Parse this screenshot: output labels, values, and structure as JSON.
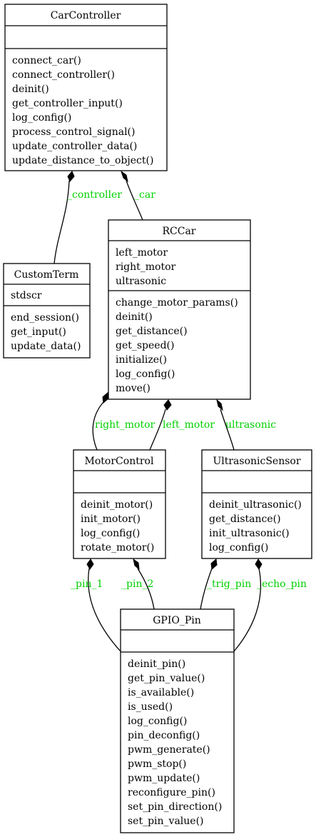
{
  "classes": {
    "car_controller": {
      "name": "CarController",
      "attributes": [],
      "methods": [
        "connect_car()",
        "connect_controller()",
        "deinit()",
        "get_controller_input()",
        "log_config()",
        "process_control_signal()",
        "update_controller_data()",
        "update_distance_to_object()"
      ]
    },
    "custom_term": {
      "name": "CustomTerm",
      "attributes": [
        "stdscr"
      ],
      "methods": [
        "end_session()",
        "get_input()",
        "update_data()"
      ]
    },
    "rc_car": {
      "name": "RCCar",
      "attributes": [
        "left_motor",
        "right_motor",
        "ultrasonic"
      ],
      "methods": [
        "change_motor_params()",
        "deinit()",
        "get_distance()",
        "get_speed()",
        "initialize()",
        "log_config()",
        "move()"
      ]
    },
    "motor_control": {
      "name": "MotorControl",
      "attributes": [],
      "methods": [
        "deinit_motor()",
        "init_motor()",
        "log_config()",
        "rotate_motor()"
      ]
    },
    "ultrasonic_sensor": {
      "name": "UltrasonicSensor",
      "attributes": [],
      "methods": [
        "deinit_ultrasonic()",
        "get_distance()",
        "init_ultrasonic()",
        "log_config()"
      ]
    },
    "gpio_pin": {
      "name": "GPIO_Pin",
      "attributes": [],
      "methods": [
        "deinit_pin()",
        "get_pin_value()",
        "is_available()",
        "is_used()",
        "log_config()",
        "pin_deconfig()",
        "pwm_generate()",
        "pwm_stop()",
        "pwm_update()",
        "reconfigure_pin()",
        "set_pin_direction()",
        "set_pin_value()"
      ]
    }
  },
  "relations": [
    {
      "whole": "CarController",
      "part": "CustomTerm",
      "label": "_controller"
    },
    {
      "whole": "CarController",
      "part": "RCCar",
      "label": "_car"
    },
    {
      "whole": "RCCar",
      "part": "MotorControl",
      "label": "right_motor"
    },
    {
      "whole": "RCCar",
      "part": "MotorControl",
      "label": "left_motor"
    },
    {
      "whole": "RCCar",
      "part": "UltrasonicSensor",
      "label": "ultrasonic"
    },
    {
      "whole": "MotorControl",
      "part": "GPIO_Pin",
      "label": "_pin_1"
    },
    {
      "whole": "MotorControl",
      "part": "GPIO_Pin",
      "label": "_pin_2"
    },
    {
      "whole": "UltrasonicSensor",
      "part": "GPIO_Pin",
      "label": "_trig_pin"
    },
    {
      "whole": "UltrasonicSensor",
      "part": "GPIO_Pin",
      "label": "_echo_pin"
    }
  ],
  "colors": {
    "label": "#00d000",
    "line": "#000000",
    "box_fill": "#ffffff"
  }
}
